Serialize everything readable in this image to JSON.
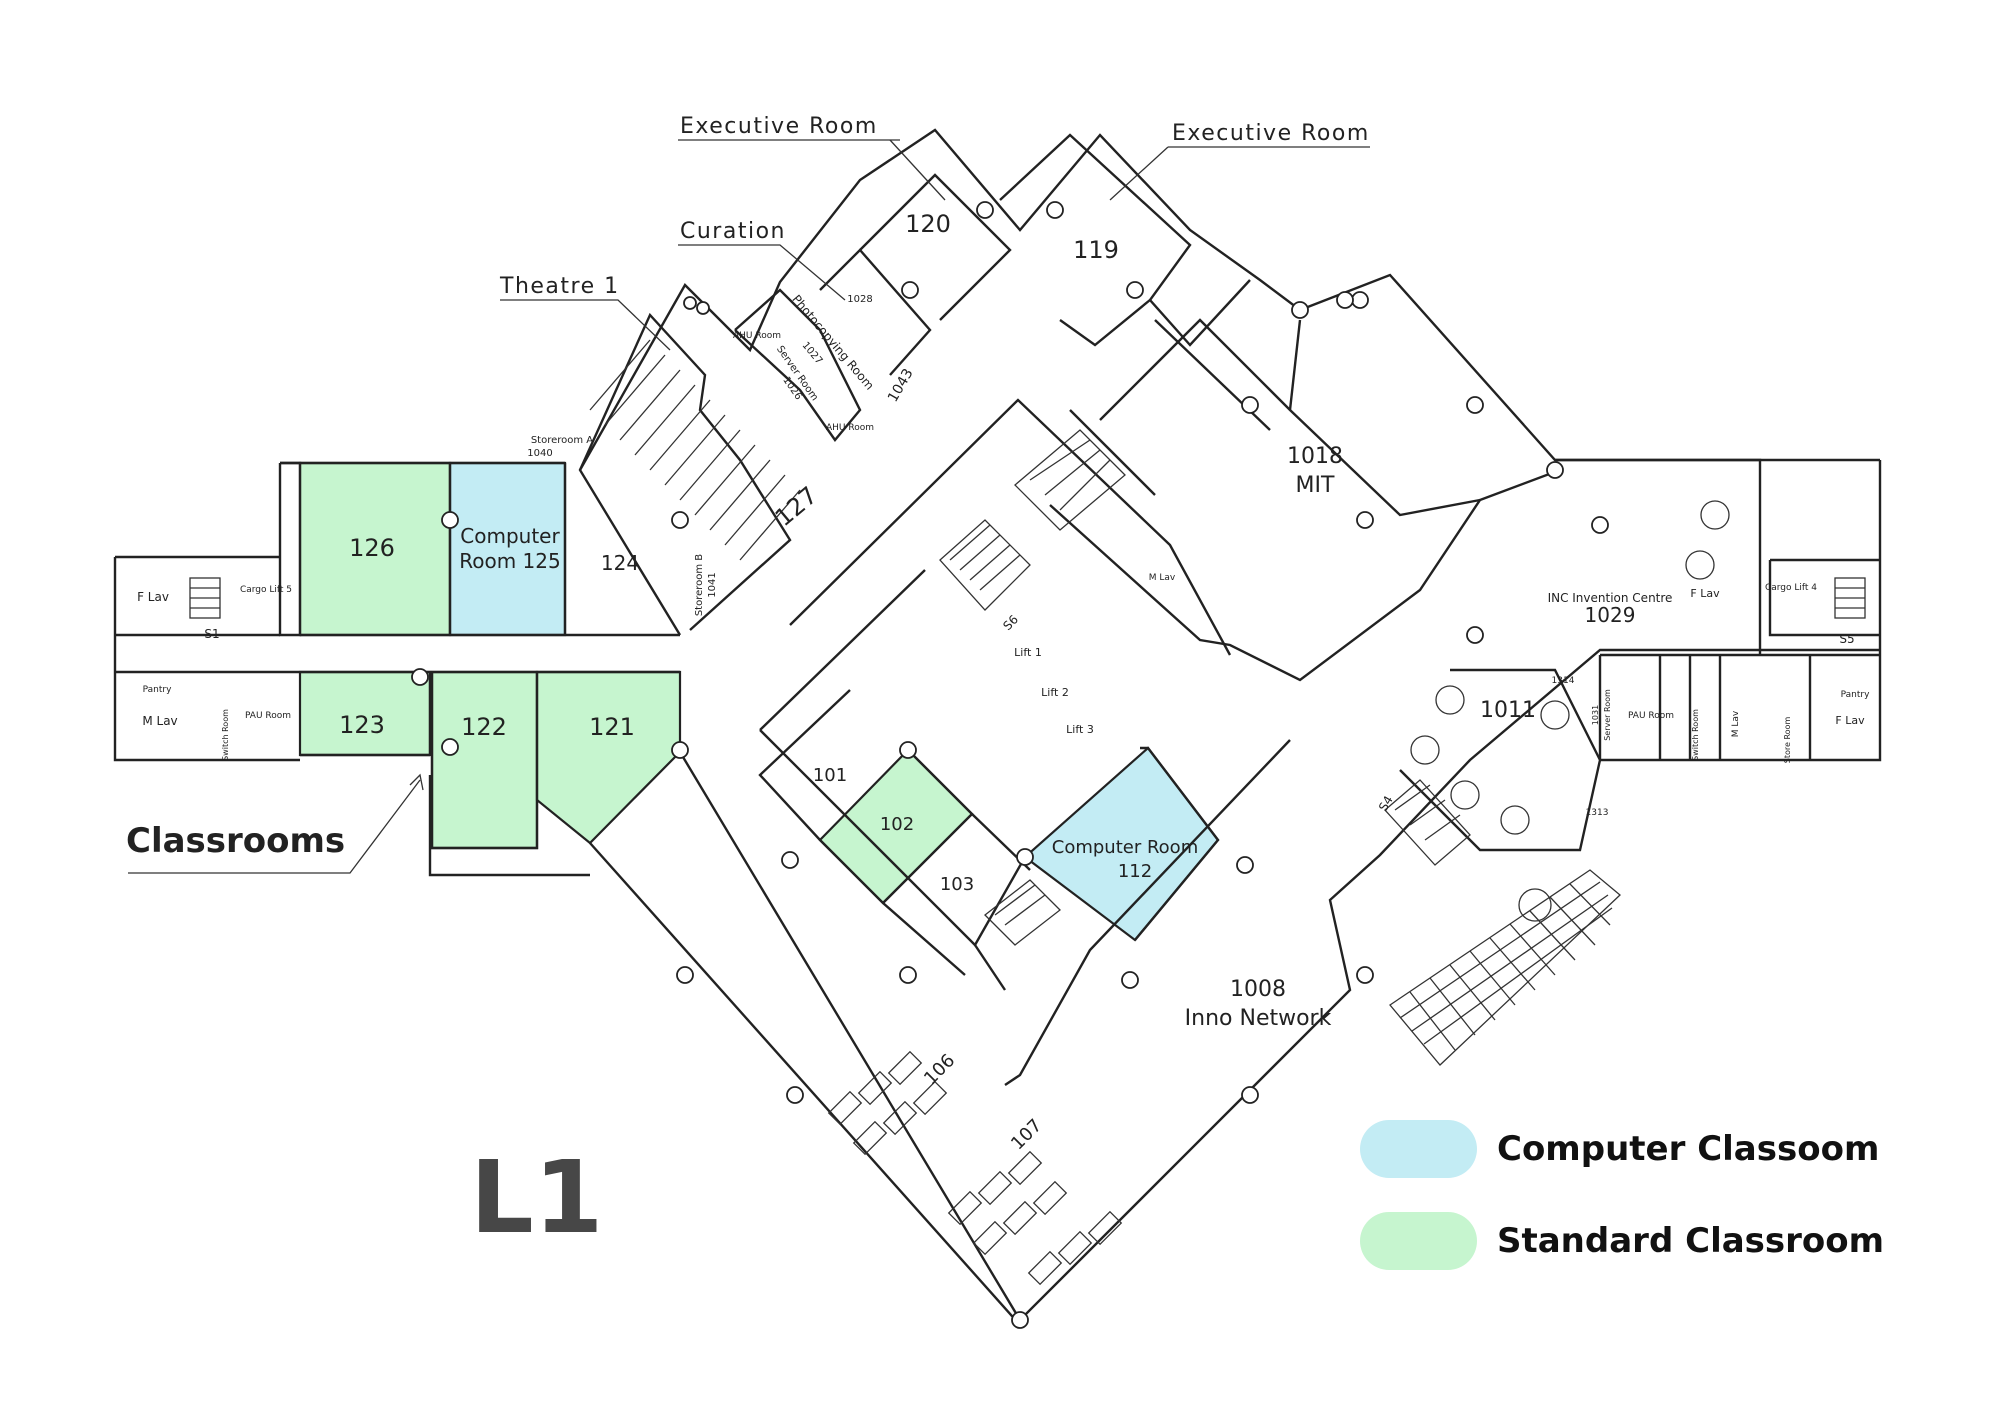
{
  "floor_label": "L1",
  "callouts": {
    "executive_room_a": "Executive Room",
    "executive_room_b": "Executive Room",
    "curation": "Curation",
    "theatre": "Theatre 1",
    "classrooms": "Classrooms"
  },
  "legend": {
    "computer": "Computer Classoom",
    "standard": "Standard Classroom",
    "computer_color": "#c3ecf4",
    "standard_color": "#c6f5cf"
  },
  "rooms": {
    "r126": "126",
    "r125_line1": "Computer",
    "r125_line2": "Room 125",
    "r124": "124",
    "r123": "123",
    "r122": "122",
    "r121": "121",
    "r120": "120",
    "r119": "119",
    "r1018_num": "1018",
    "r1018_name": "MIT",
    "r127": "127",
    "r101": "101",
    "r102": "102",
    "r103": "103",
    "r112_line1": "Computer Room",
    "r112_line2": "112",
    "r1008_num": "1008",
    "r1008_name": "Inno Network",
    "r1029_name": "INC Invention Centre",
    "r1029_num": "1029",
    "r1011": "1011",
    "r106": "106",
    "r107": "107",
    "r1028": "1028",
    "r1043": "1043",
    "photocopying": "Photocopying Room",
    "photocopying_num": "1027",
    "server_left": "Server Room",
    "server_left_num": "1026",
    "ahu_1": "AHU Room",
    "ahu_2": "AHU Room",
    "storeroom_a": "Storeroom A",
    "storeroom_a_num": "1040",
    "storeroom_b": "Storeroom B",
    "storeroom_b_num": "1041",
    "f_lav_left": "F Lav",
    "m_lav_left": "M Lav",
    "pantry_left": "Pantry",
    "cargo_lift_5": "Cargo Lift 5",
    "s1": "S1",
    "pau_left": "PAU Room",
    "switch_left": "Switch Room",
    "lift1": "Lift 1",
    "lift2": "Lift 2",
    "lift3": "Lift 3",
    "s6": "S6",
    "s4": "S4",
    "s5": "S5",
    "cargo_lift_4": "Cargo Lift 4",
    "f_lav_right_top": "F Lav",
    "f_lav_right": "F Lav",
    "m_lav_right": "M Lav",
    "m_lav_mid": "M Lav",
    "pantry_right": "Pantry",
    "pau_right": "PAU Room",
    "switch_right": "Switch Room",
    "server_right": "Server Room",
    "server_right_num": "1031",
    "store_right": "Store Room",
    "r1314": "1314",
    "r1313": "1313"
  }
}
